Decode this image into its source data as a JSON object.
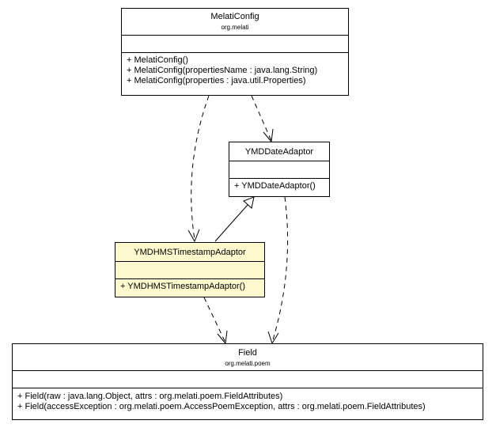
{
  "classes": {
    "melati_config": {
      "name": "MelatiConfig",
      "package": "org.melati",
      "operations": [
        "+ MelatiConfig()",
        "+ MelatiConfig(propertiesName : java.lang.String)",
        "+ MelatiConfig(properties : java.util.Properties)"
      ]
    },
    "ymd_date_adaptor": {
      "name": "YMDDateAdaptor",
      "operations": [
        "+ YMDDateAdaptor()"
      ]
    },
    "ymdhms_timestamp_adaptor": {
      "name": "YMDHMSTimestampAdaptor",
      "operations": [
        "+ YMDHMSTimestampAdaptor()"
      ]
    },
    "field": {
      "name": "Field",
      "package": "org.melati.poem",
      "operations": [
        "+ Field(raw : java.lang.Object, attrs : org.melati.poem.FieldAttributes)",
        "+ Field(accessException : org.melati.poem.AccessPoemException, attrs : org.melati.poem.FieldAttributes)"
      ]
    }
  },
  "colors": {
    "highlight_fill": "#fffacd",
    "default_fill": "#ffffff",
    "line": "#000000"
  }
}
